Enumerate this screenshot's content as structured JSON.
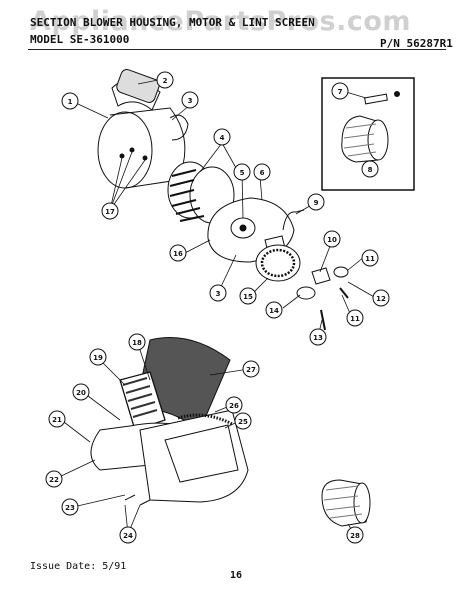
{
  "header": {
    "watermark": "AppliancePartsPros.com",
    "section": "SECTION BLOWER HOUSING, MOTOR & LINT SCREEN",
    "model": "MODEL SE-361000",
    "part_number": "P/N 56287R1"
  },
  "footer": {
    "issue_date": "Issue Date: 5/91",
    "page_number": "16"
  },
  "callouts": [
    "1",
    "2",
    "3",
    "4",
    "5",
    "6",
    "7",
    "8",
    "9",
    "10",
    "11",
    "12",
    "13",
    "14",
    "15",
    "16",
    "17",
    "3",
    "11",
    "18",
    "19",
    "20",
    "21",
    "22",
    "23",
    "24",
    "25",
    "26",
    "27",
    "28"
  ],
  "colors": {
    "ink": "#111111",
    "watermark": "#969696"
  }
}
